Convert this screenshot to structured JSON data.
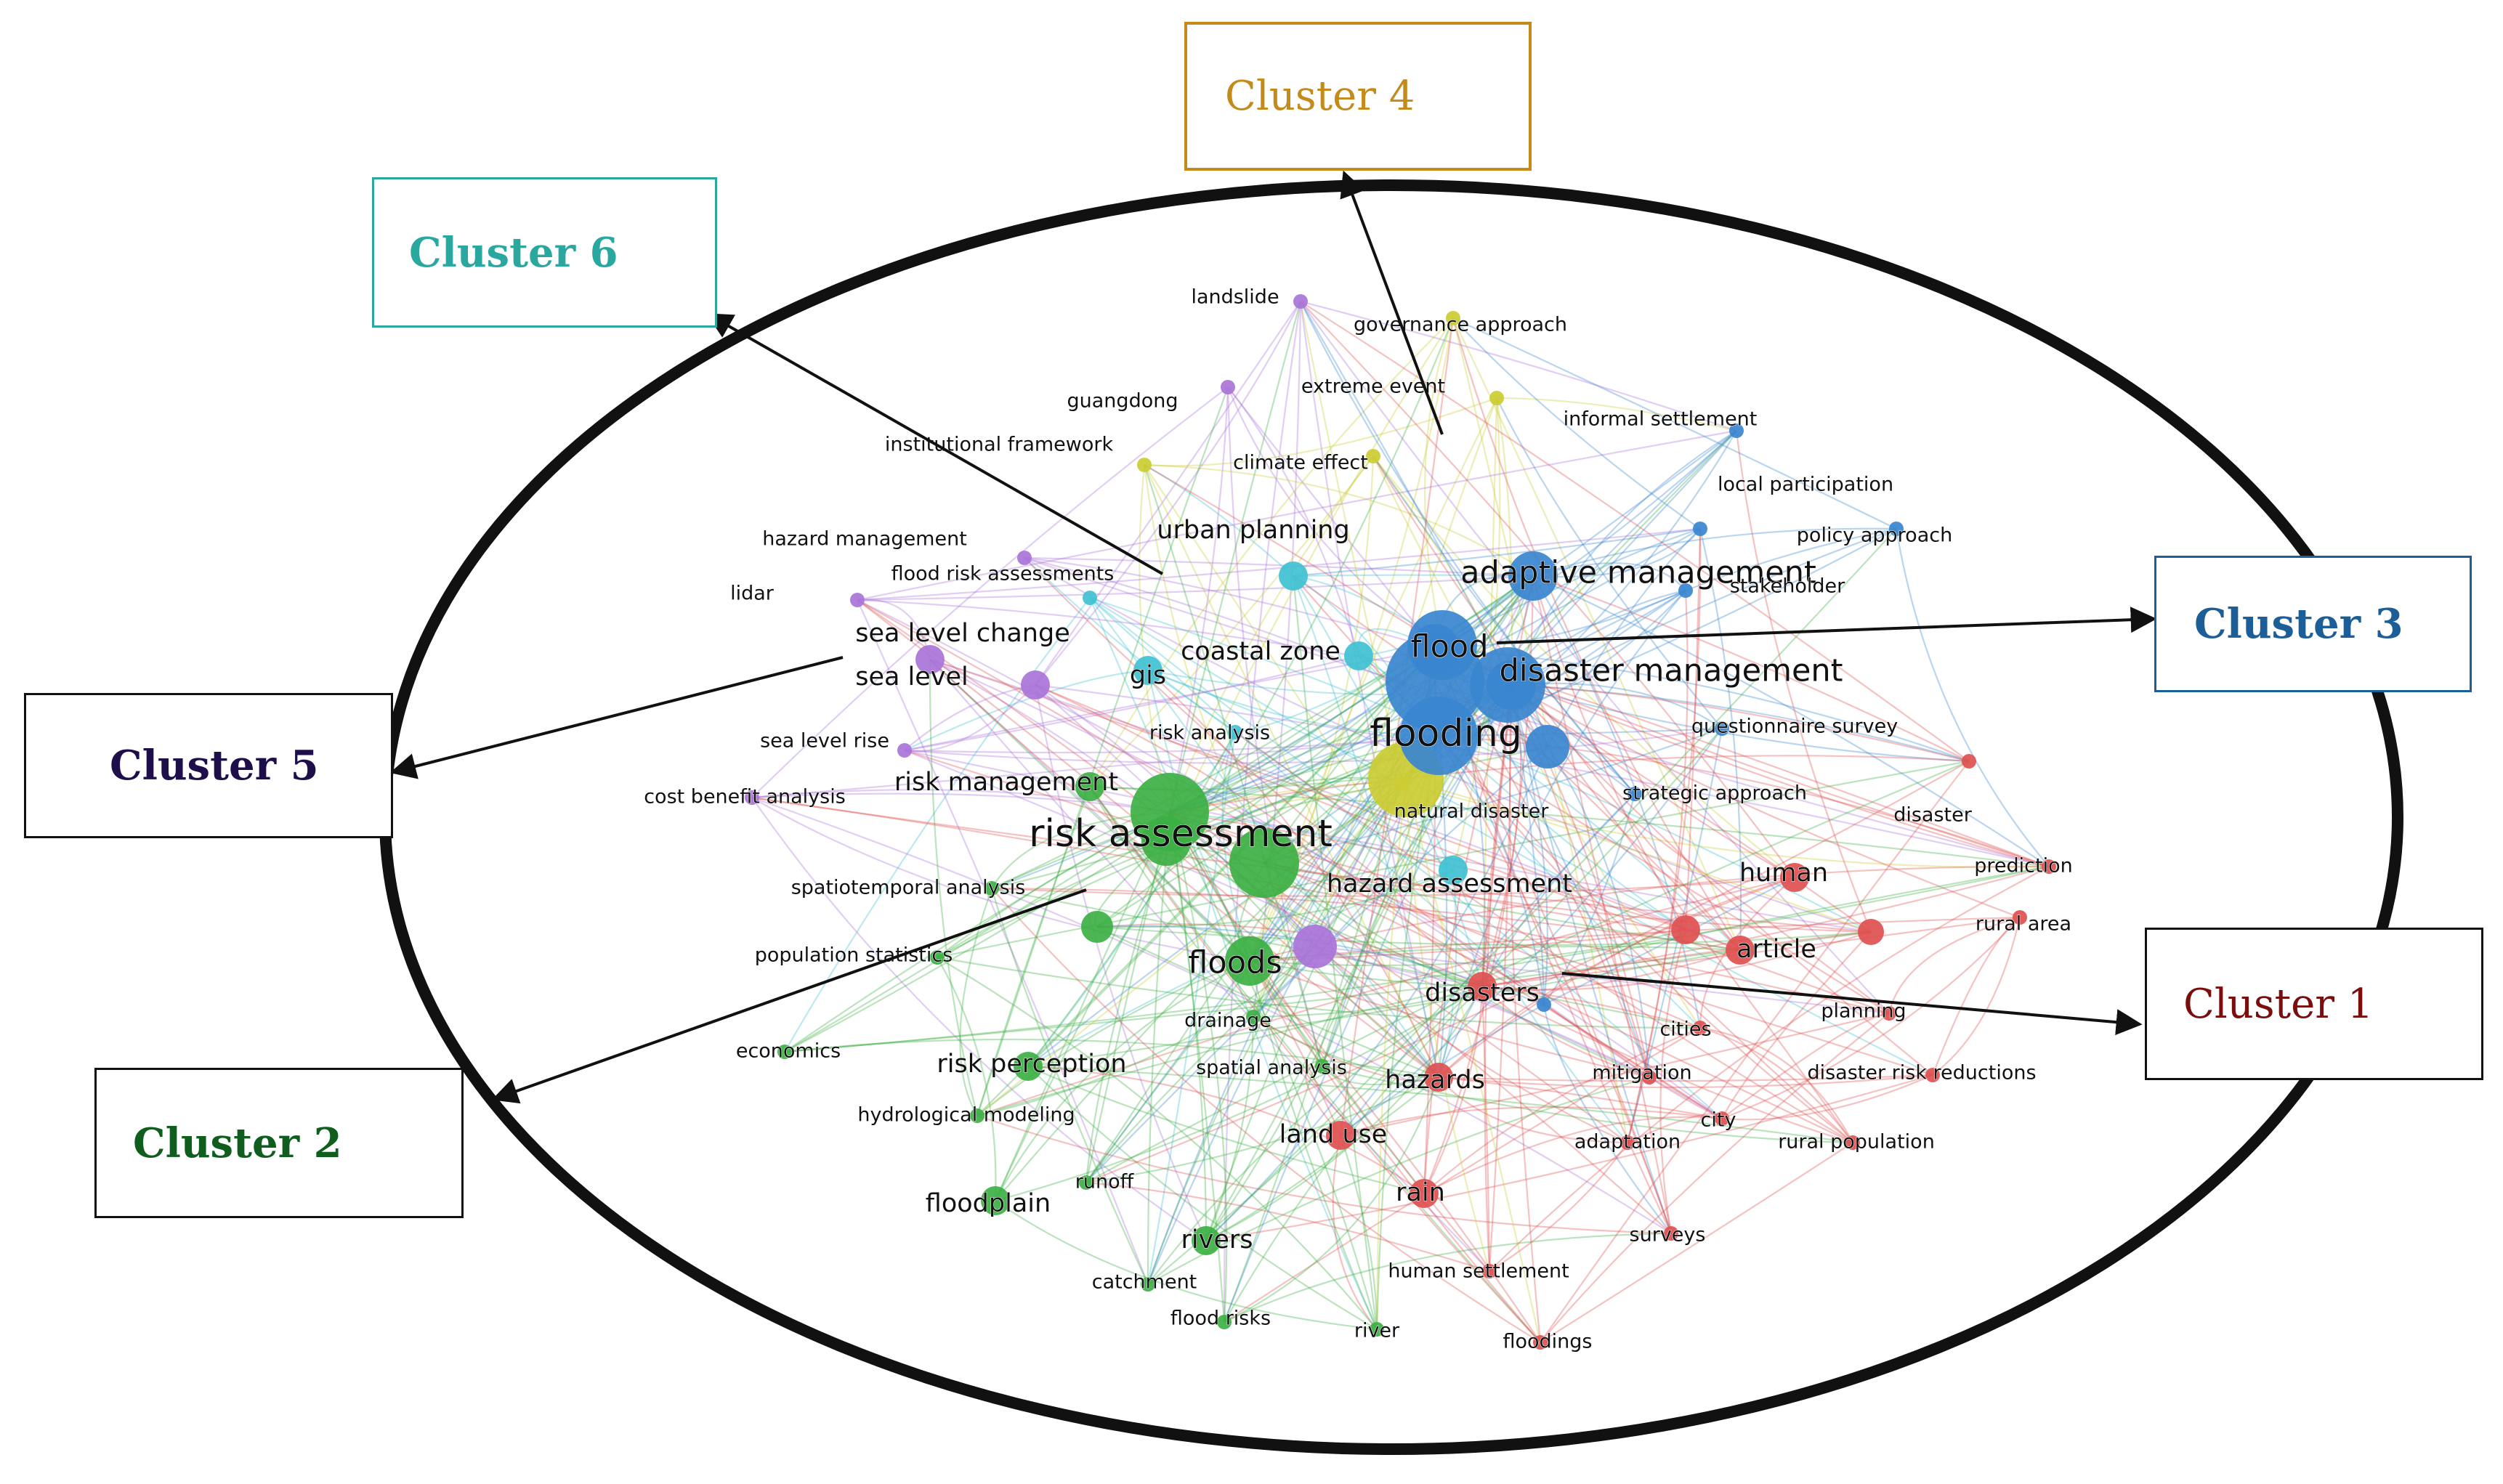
{
  "clusters": [
    {
      "id": "c1",
      "label": "Cluster 1",
      "color": "#7a0e0e",
      "node_color": "#e05050"
    },
    {
      "id": "c2",
      "label": "Cluster 2",
      "color": "#0f5e1e",
      "node_color": "#3cb043"
    },
    {
      "id": "c3",
      "label": "Cluster 3",
      "color": "#1c5f98",
      "node_color": "#3a86cf"
    },
    {
      "id": "c4",
      "label": "Cluster 4",
      "color": "#c48a1a",
      "node_color": "#cccc33"
    },
    {
      "id": "c5",
      "label": "Cluster 5",
      "color": "#1e0f4a",
      "node_color": "#a974d9"
    },
    {
      "id": "c6",
      "label": "Cluster 6",
      "color": "#2aa79f",
      "node_color": "#3fc1d3"
    }
  ],
  "terms": [
    {
      "text": "landslide",
      "cluster": "c5",
      "weight": 1
    },
    {
      "text": "governance approach",
      "cluster": "c4",
      "weight": 1
    },
    {
      "text": "extreme event",
      "cluster": "c4",
      "weight": 1
    },
    {
      "text": "guangdong",
      "cluster": "c5",
      "weight": 1
    },
    {
      "text": "informal settlement",
      "cluster": "c3",
      "weight": 1
    },
    {
      "text": "institutional framework",
      "cluster": "c4",
      "weight": 1
    },
    {
      "text": "climate effect",
      "cluster": "c4",
      "weight": 1
    },
    {
      "text": "local participation",
      "cluster": "c3",
      "weight": 1
    },
    {
      "text": "policy approach",
      "cluster": "c3",
      "weight": 1
    },
    {
      "text": "hazard management",
      "cluster": "c5",
      "weight": 1
    },
    {
      "text": "urban planning",
      "cluster": "c6",
      "weight": 2
    },
    {
      "text": "flood risk assessments",
      "cluster": "c6",
      "weight": 1
    },
    {
      "text": "adaptive management",
      "cluster": "c3",
      "weight": 3
    },
    {
      "text": "stakeholder",
      "cluster": "c3",
      "weight": 1
    },
    {
      "text": "lidar",
      "cluster": "c5",
      "weight": 1
    },
    {
      "text": "sea level change",
      "cluster": "c5",
      "weight": 2
    },
    {
      "text": "coastal zone",
      "cluster": "c6",
      "weight": 2
    },
    {
      "text": "flood",
      "cluster": "c3",
      "weight": 3
    },
    {
      "text": "sea level",
      "cluster": "c5",
      "weight": 2
    },
    {
      "text": "gis",
      "cluster": "c6",
      "weight": 2
    },
    {
      "text": "disaster management",
      "cluster": "c3",
      "weight": 3
    },
    {
      "text": "flooding",
      "cluster": "c3",
      "weight": 4
    },
    {
      "text": "risk analysis",
      "cluster": "c6",
      "weight": 1
    },
    {
      "text": "questionnaire survey",
      "cluster": "c3",
      "weight": 1
    },
    {
      "text": "sea level rise",
      "cluster": "c5",
      "weight": 1
    },
    {
      "text": "risk management",
      "cluster": "c2",
      "weight": 2
    },
    {
      "text": "cost benefit analysis",
      "cluster": "c5",
      "weight": 1
    },
    {
      "text": "strategic approach",
      "cluster": "c3",
      "weight": 1
    },
    {
      "text": "natural disaster",
      "cluster": "c4",
      "weight": 1
    },
    {
      "text": "disaster",
      "cluster": "c1",
      "weight": 1
    },
    {
      "text": "risk assessment",
      "cluster": "c2",
      "weight": 4
    },
    {
      "text": "human",
      "cluster": "c1",
      "weight": 2
    },
    {
      "text": "prediction",
      "cluster": "c1",
      "weight": 1
    },
    {
      "text": "spatiotemporal analysis",
      "cluster": "c2",
      "weight": 1
    },
    {
      "text": "hazard assessment",
      "cluster": "c6",
      "weight": 2
    },
    {
      "text": "rural area",
      "cluster": "c1",
      "weight": 1
    },
    {
      "text": "population statistics",
      "cluster": "c2",
      "weight": 1
    },
    {
      "text": "floods",
      "cluster": "c2",
      "weight": 3
    },
    {
      "text": "article",
      "cluster": "c1",
      "weight": 2
    },
    {
      "text": "disasters",
      "cluster": "c1",
      "weight": 2
    },
    {
      "text": "planning",
      "cluster": "c1",
      "weight": 1
    },
    {
      "text": "drainage",
      "cluster": "c2",
      "weight": 1
    },
    {
      "text": "cities",
      "cluster": "c1",
      "weight": 1
    },
    {
      "text": "economics",
      "cluster": "c2",
      "weight": 1
    },
    {
      "text": "risk perception",
      "cluster": "c2",
      "weight": 2
    },
    {
      "text": "spatial analysis",
      "cluster": "c2",
      "weight": 1
    },
    {
      "text": "hazards",
      "cluster": "c1",
      "weight": 2
    },
    {
      "text": "mitigation",
      "cluster": "c1",
      "weight": 1
    },
    {
      "text": "disaster risk reductions",
      "cluster": "c1",
      "weight": 1
    },
    {
      "text": "hydrological modeling",
      "cluster": "c2",
      "weight": 1
    },
    {
      "text": "city",
      "cluster": "c1",
      "weight": 1
    },
    {
      "text": "land use",
      "cluster": "c1",
      "weight": 2
    },
    {
      "text": "adaptation",
      "cluster": "c1",
      "weight": 1
    },
    {
      "text": "rural population",
      "cluster": "c1",
      "weight": 1
    },
    {
      "text": "runoff",
      "cluster": "c2",
      "weight": 1
    },
    {
      "text": "rain",
      "cluster": "c1",
      "weight": 2
    },
    {
      "text": "floodplain",
      "cluster": "c2",
      "weight": 2
    },
    {
      "text": "rivers",
      "cluster": "c2",
      "weight": 2
    },
    {
      "text": "surveys",
      "cluster": "c1",
      "weight": 1
    },
    {
      "text": "catchment",
      "cluster": "c2",
      "weight": 1
    },
    {
      "text": "human settlement",
      "cluster": "c1",
      "weight": 1
    },
    {
      "text": "flood risks",
      "cluster": "c2",
      "weight": 1
    },
    {
      "text": "river",
      "cluster": "c2",
      "weight": 1
    },
    {
      "text": "floodings",
      "cluster": "c1",
      "weight": 1
    }
  ]
}
